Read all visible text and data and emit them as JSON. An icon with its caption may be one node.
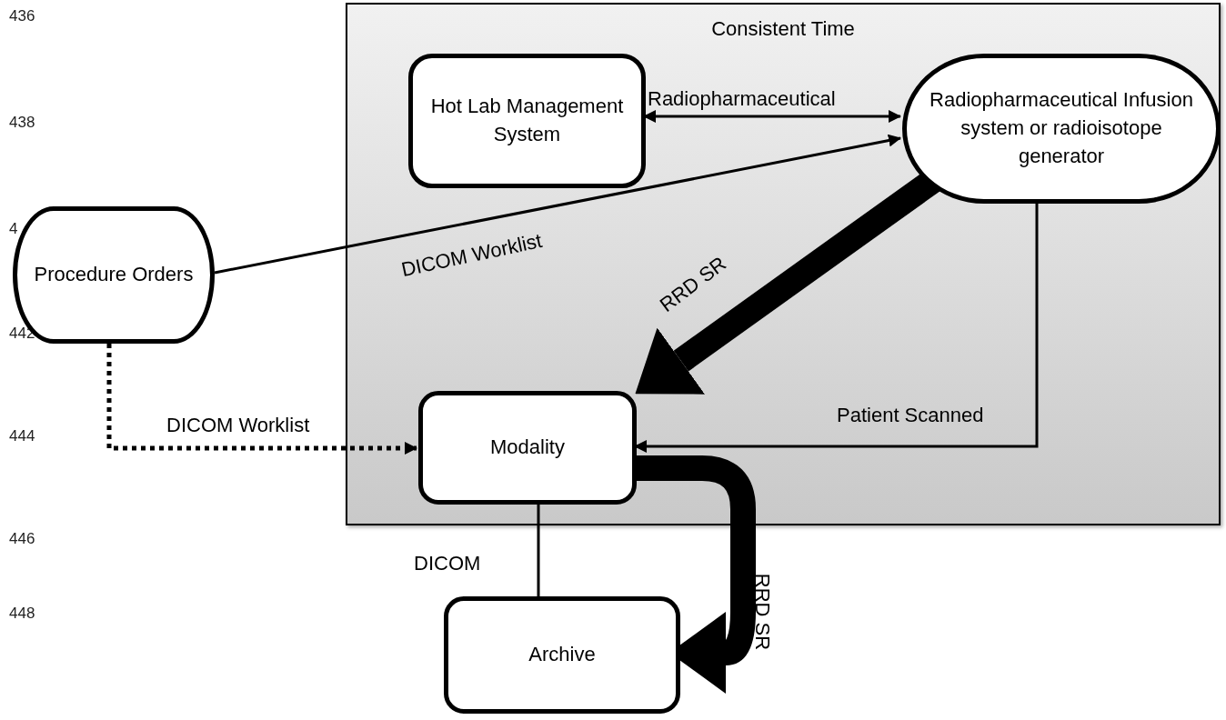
{
  "diagram": {
    "nodes": [
      {
        "text": [
          "Consistent Time"
        ]
      },
      {
        "text": [
          "Hot Lab Management System"
        ],
        "in": 0
      },
      {
        "text": [
          "Radiopharmaceutical Infusion system or radioisotope generator"
        ],
        "in": 0
      },
      {
        "text": [
          "Procedure Orders"
        ]
      },
      {
        "text": [
          "Modality"
        ],
        "in": 0
      },
      {
        "text": [
          "Archive"
        ]
      }
    ],
    "edges": [
      {
        "from": 1,
        "to": 2,
        "arrow": "both",
        "label": "Radiopharmaceutical"
      },
      {
        "from": 3,
        "to": 2,
        "arrow": "to",
        "label": "DICOM Worklist"
      },
      {
        "from": 2,
        "to": 4,
        "arrow": "to",
        "label": "RRD SR",
        "style": "thick"
      },
      {
        "from": 2,
        "to": 4,
        "arrow": "to",
        "label": "Patient Scanned"
      },
      {
        "from": 3,
        "to": 4,
        "arrow": "to",
        "label": "DICOM Worklist",
        "style": "dashed"
      },
      {
        "from": 4,
        "to": 5,
        "arrow": "none",
        "label": "DICOM"
      },
      {
        "from": 4,
        "to": 5,
        "arrow": "to",
        "label": "RRD SR",
        "style": "thick"
      }
    ],
    "labels": [
      "436",
      "438",
      "4",
      "442",
      "444",
      "446",
      "448"
    ]
  }
}
